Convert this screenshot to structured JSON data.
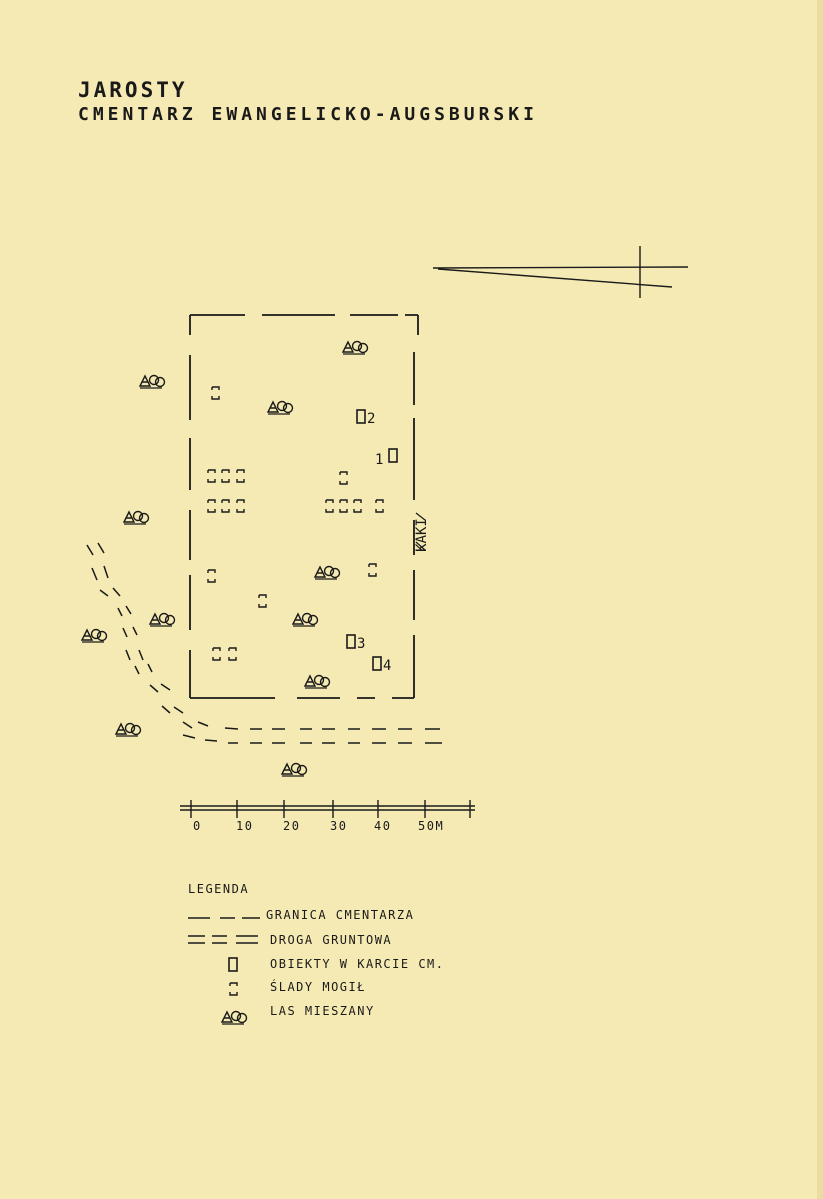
{
  "title": {
    "line1": "JAROSTY",
    "line2": "CMENTARZ EWANGELICKO-AUGSBURSKI"
  },
  "labels": {
    "street": "KAKI"
  },
  "objects": [
    {
      "id": "obj-1",
      "number": "1"
    },
    {
      "id": "obj-2",
      "number": "2"
    },
    {
      "id": "obj-3",
      "number": "3"
    },
    {
      "id": "obj-4",
      "number": "4"
    }
  ],
  "scale": {
    "ticks": [
      "0",
      "10",
      "20",
      "30",
      "40",
      "50M"
    ]
  },
  "legend": {
    "heading": "LEGENDA",
    "items": [
      {
        "symbol": "dash-long",
        "text": "GRANICA CMENTARZA"
      },
      {
        "symbol": "dash-double",
        "text": "DROGA GRUNTOWA"
      },
      {
        "symbol": "object-rect",
        "text": "OBIEKTY W KARCIE CM."
      },
      {
        "symbol": "grave-trace",
        "text": "ŚLADY MOGIŁ"
      },
      {
        "symbol": "tree-icon",
        "text": "LAS MIESZANY"
      }
    ]
  },
  "colors": {
    "paper": "#f5eab3",
    "ink": "#1a1a1a"
  }
}
